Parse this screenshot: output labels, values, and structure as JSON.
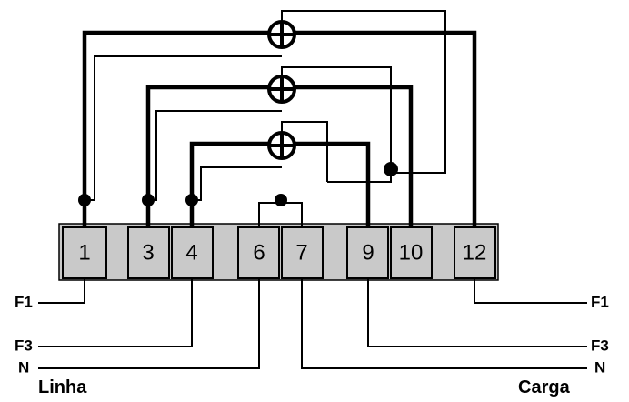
{
  "terminals": [
    "1",
    "3",
    "4",
    "6",
    "7",
    "9",
    "10",
    "12"
  ],
  "left_labels": {
    "f1": "F1",
    "f3": "F3",
    "n": "N"
  },
  "right_labels": {
    "f1": "F1",
    "f3": "F3",
    "n": "N"
  },
  "captions": {
    "left": "Linha",
    "right": "Carga"
  },
  "colors": {
    "wire": "#000000",
    "block": "#c9c9c9",
    "background": "#ffffff"
  }
}
